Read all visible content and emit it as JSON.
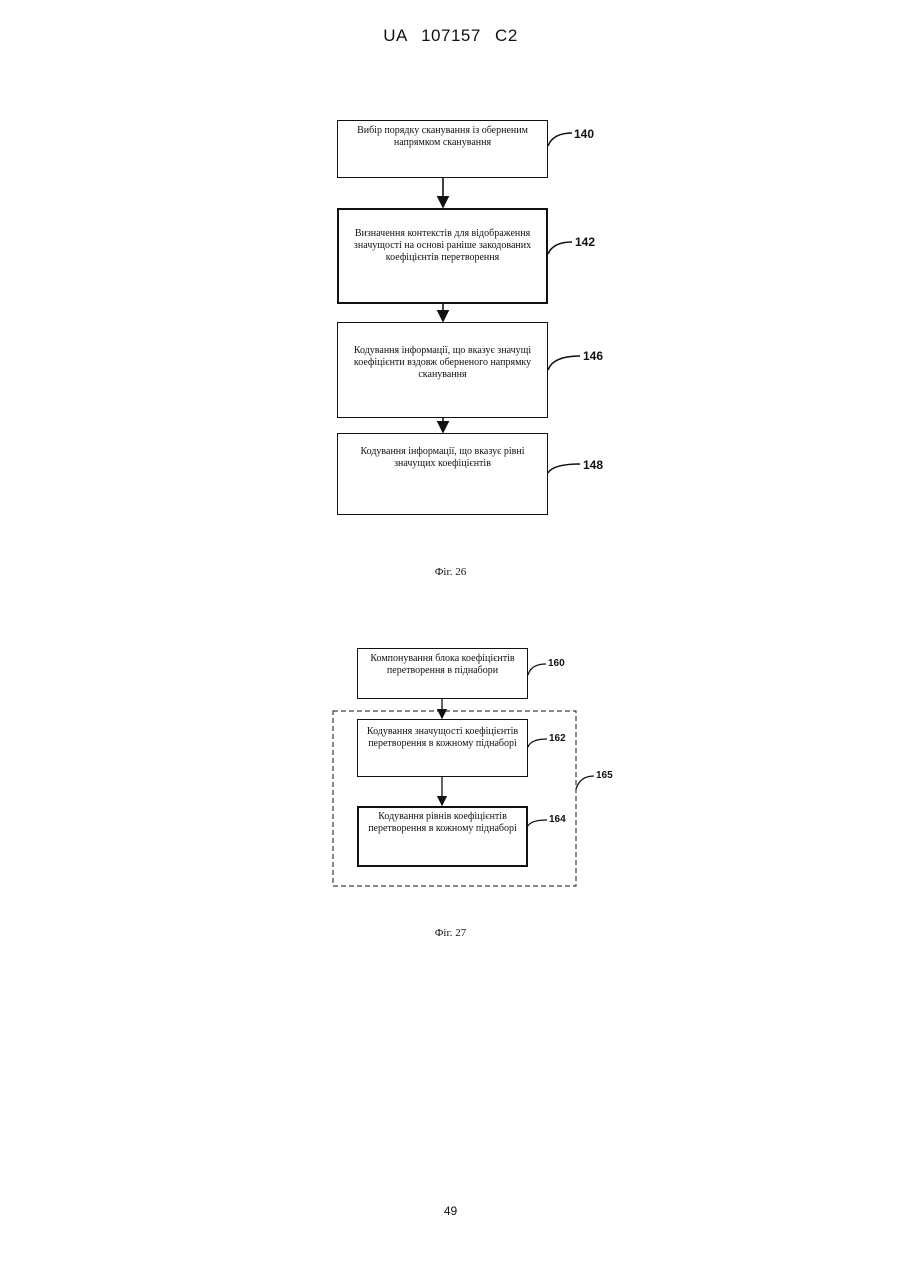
{
  "header": {
    "patent_number": "UA   107157   C2"
  },
  "figure_26": {
    "steps": [
      {
        "ref": "140",
        "text": "Вибір порядку сканування із оберненим напрямком сканування"
      },
      {
        "ref": "142",
        "text": "Визначення контекстів для відображення значущості на основі раніше закодованих коефіцієнтів перетворення"
      },
      {
        "ref": "146",
        "text": "Кодування інформації, що вказує значущі коефіцієнти вздовж оберненого напрямку сканування"
      },
      {
        "ref": "148",
        "text": "Кодування інформації, що вказує рівні значущих коефіцієнтів"
      }
    ],
    "caption": "Фіг. 26"
  },
  "figure_27": {
    "steps": [
      {
        "ref": "160",
        "text": "Компонування блока коефіцієнтів перетворення в піднабори"
      },
      {
        "ref": "162",
        "text": "Кодування значущості коефіцієнтів перетворення в кожному піднаборі"
      },
      {
        "ref": "164",
        "text": "Кодування рівнів коефіцієнтів перетворення в кожному піднаборі"
      }
    ],
    "group_ref": "165",
    "caption": "Фіг. 27"
  },
  "page_number": "49"
}
